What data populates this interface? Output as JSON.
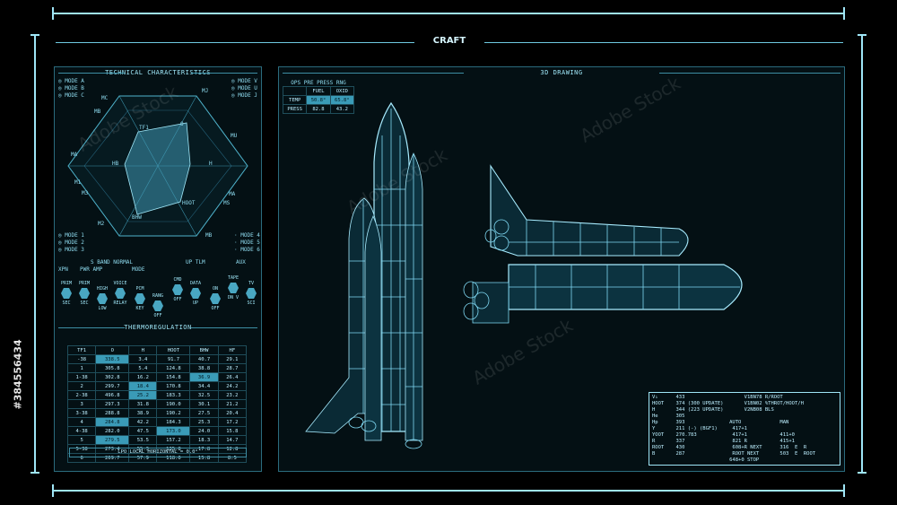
{
  "title": "CRAFT",
  "left_header": "TECHNICAL CHARACTERISTICS",
  "modes_left": [
    "MODE A",
    "MODE B",
    "MODE C"
  ],
  "modes_right": [
    "MODE V",
    "MODE U",
    "MODE J"
  ],
  "modes_left_bottom": [
    "MODE 1",
    "MODE 2",
    "MODE 3"
  ],
  "modes_right_bottom": [
    "MODE 4",
    "MODE 5",
    "MODE 6"
  ],
  "radar_labels": [
    "MC",
    "MB",
    "MA",
    "M1",
    "M3",
    "M2",
    "MJ",
    "MU",
    "MA",
    "MS",
    "MB"
  ],
  "radar_inner": [
    "TF1",
    "O",
    "H",
    "HOOT",
    "BHW",
    "HB"
  ],
  "sband": {
    "label": "S BAND NORMAL",
    "uptlm": "UP TLM",
    "aux": "AUX",
    "xpn": "XPN",
    "pwr": "PWR AMP",
    "mode": "MODE"
  },
  "buttons": [
    {
      "top": "PRIM",
      "bot": "SEC"
    },
    {
      "top": "PRIM",
      "bot": "SEC"
    },
    {
      "top": "HIGH",
      "bot": "LOW"
    },
    {
      "top": "VOICE",
      "bot": "RELAY"
    },
    {
      "top": "PCM",
      "bot": "KEY"
    },
    {
      "top": "RANG",
      "bot": "OFF"
    },
    {
      "top": "CMD",
      "bot": "OFF"
    },
    {
      "top": "DATA",
      "bot": "UP"
    },
    {
      "top": "ON",
      "bot": "OFF"
    },
    {
      "top": "TAPE",
      "bot": "DN V"
    },
    {
      "top": "TV",
      "bot": "SCI"
    }
  ],
  "thermo": {
    "header": "THERMOREGULATION",
    "cols": [
      "TF1",
      "O",
      "H",
      "HOOT",
      "BHW",
      "HF"
    ],
    "rows": [
      [
        "-38",
        "338.5",
        "3.4",
        "91.7",
        "40.7",
        "29.1"
      ],
      [
        "1",
        "305.8",
        "5.4",
        "124.8",
        "38.8",
        "28.7"
      ],
      [
        "1-38",
        "302.8",
        "16.2",
        "154.8",
        "36.9",
        "26.4"
      ],
      [
        "2",
        "299.7",
        "18.4",
        "170.8",
        "34.4",
        "24.2"
      ],
      [
        "2-38",
        "496.8",
        "25.2",
        "183.3",
        "32.5",
        "23.2"
      ],
      [
        "3",
        "297.3",
        "31.8",
        "190.0",
        "30.1",
        "21.2"
      ],
      [
        "3-38",
        "288.8",
        "38.9",
        "190.2",
        "27.5",
        "20.4"
      ],
      [
        "4",
        "284.8",
        "42.2",
        "184.3",
        "25.3",
        "17.2"
      ],
      [
        "4-38",
        "282.0",
        "47.5",
        "173.0",
        "24.0",
        "15.8"
      ],
      [
        "5",
        "279.5",
        "53.5",
        "157.2",
        "18.3",
        "14.7"
      ],
      [
        "5-38",
        "273.4",
        "55.3",
        "135.8",
        "17.8",
        "12.8"
      ],
      [
        "6",
        "269.7",
        "57.9",
        "118.0",
        "15.8",
        "8.5"
      ]
    ],
    "footer": "LPO LOCAL HORIZONTAL = 0.0°"
  },
  "drawing_header": "3D DRAWING",
  "ops": {
    "title": "OPS PRE PRESS RNG",
    "cols": [
      "FUEL",
      "OXID"
    ],
    "rows": [
      [
        "TEMP",
        "50.8°",
        "65.8°"
      ],
      [
        "PRESS",
        "82.8",
        "43.2"
      ]
    ]
  },
  "info_lines": [
    "V₁      433                    V1BN78 R/ROOT",
    "HOOT    374 (300 UPDATE)       V1BN02 %THROT/HOOT/H",
    "H       344 (223 UPDATE)       V2NB08 BLS",
    "He      305",
    "Hp      393               AUTO             MAN",
    "Y       211 (-) (BGF1)     417+1",
    "YOOT    270.783            417+1           411+0",
    "R       337                821 R           415+1",
    "ROOT    430                608+R NEXT      316  E  R",
    "B       287                ROOT NEXT       503  E  ROOT",
    "                          648+0 STOP"
  ],
  "side_text": "#384556434",
  "watermark": "Adobe Stock"
}
